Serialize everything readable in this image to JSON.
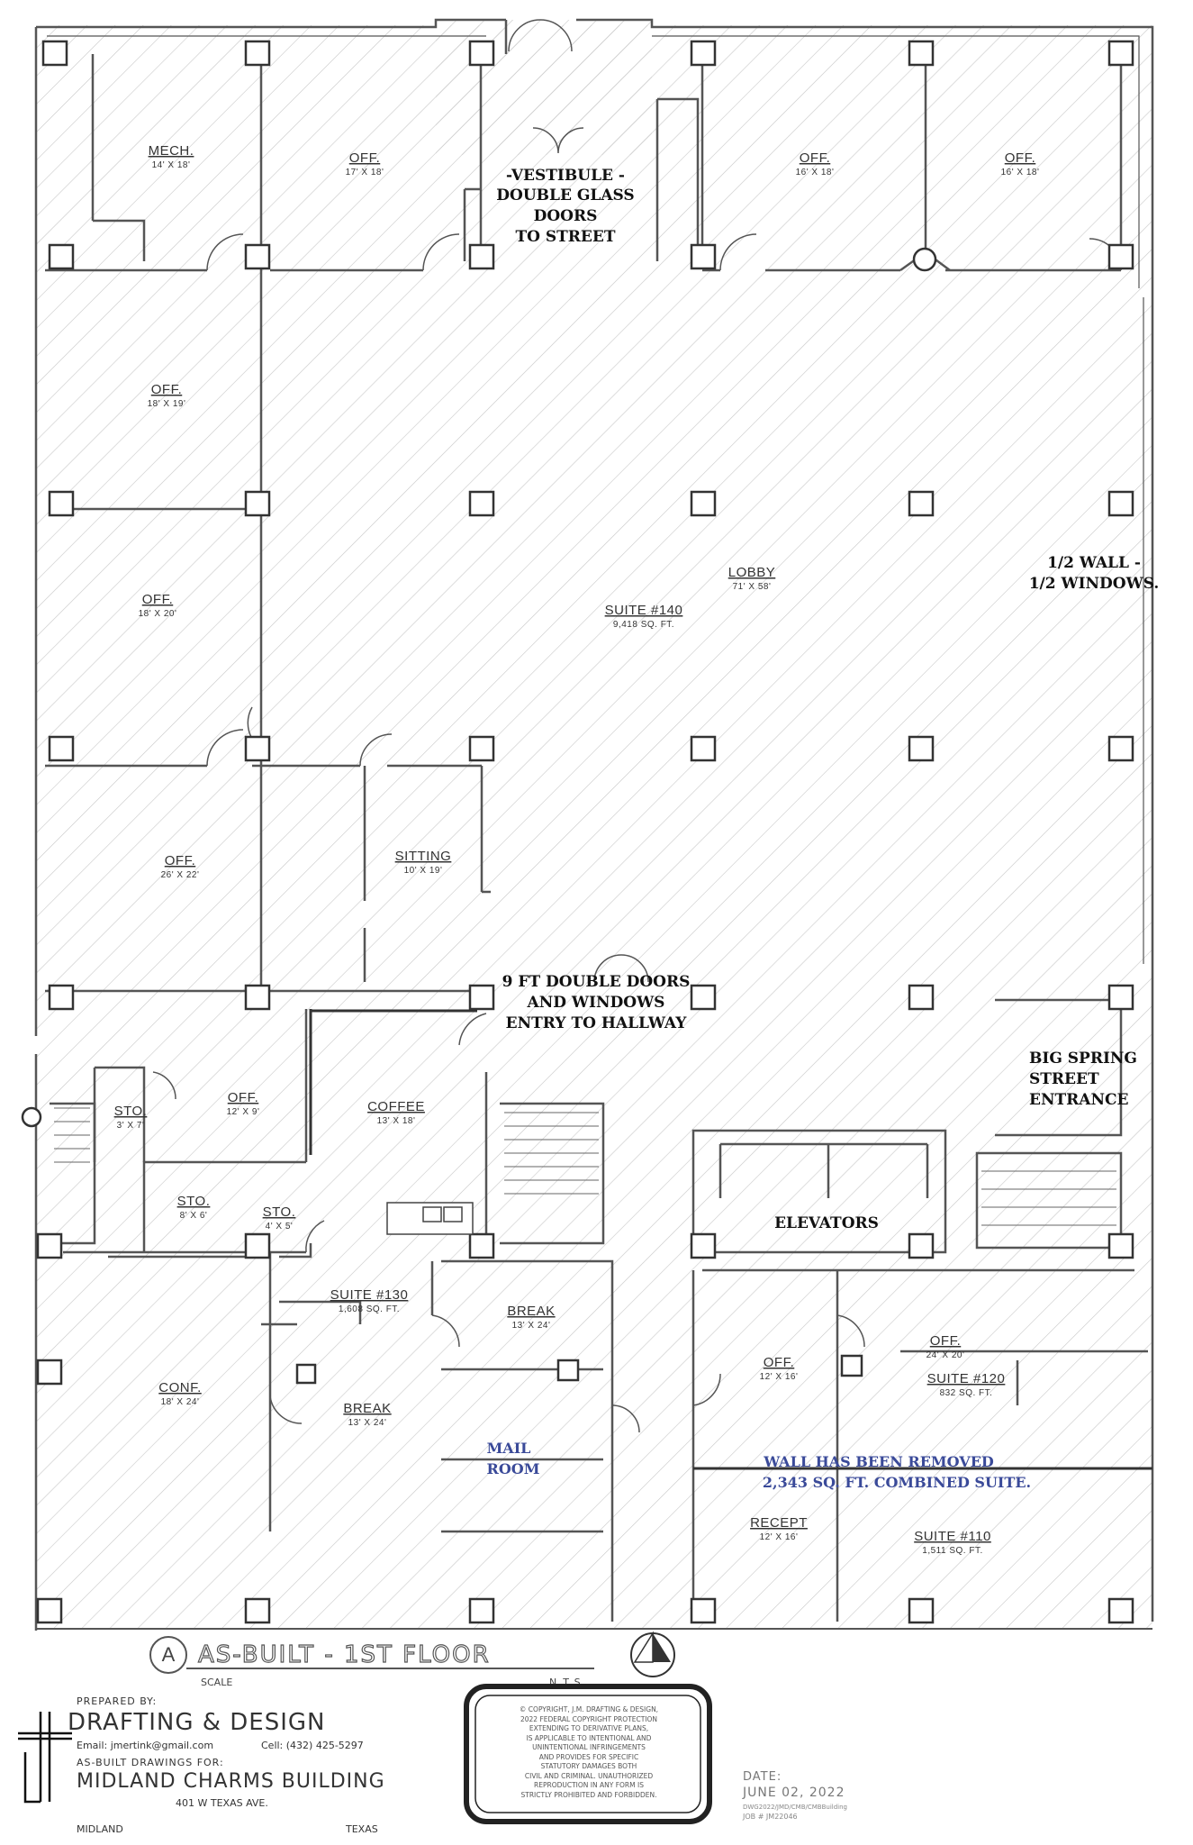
{
  "rooms": [
    {
      "id": "mech",
      "name": "MECH.",
      "dims": "14' X 18'"
    },
    {
      "id": "off_1",
      "name": "OFF.",
      "dims": "17' X 18'"
    },
    {
      "id": "off_2",
      "name": "OFF.",
      "dims": "16' X 18'"
    },
    {
      "id": "off_3",
      "name": "OFF.",
      "dims": "16' X 18'"
    },
    {
      "id": "off_4",
      "name": "OFF.",
      "dims": "18' X 19'"
    },
    {
      "id": "off_5",
      "name": "OFF.",
      "dims": "18' X 20'"
    },
    {
      "id": "lobby",
      "name": "LOBBY",
      "dims": "71' X 58'"
    },
    {
      "id": "suite140",
      "name": "SUITE #140",
      "dims": "9,418 SQ. FT."
    },
    {
      "id": "off_6",
      "name": "OFF.",
      "dims": "26' X 22'"
    },
    {
      "id": "sitting",
      "name": "SITTING",
      "dims": "10' X 19'"
    },
    {
      "id": "sto_1",
      "name": "STO.",
      "dims": "3' X 7'"
    },
    {
      "id": "off_7",
      "name": "OFF.",
      "dims": "12' X 9'"
    },
    {
      "id": "coffee",
      "name": "COFFEE",
      "dims": "13' X 18'"
    },
    {
      "id": "sto_2",
      "name": "STO.",
      "dims": "8' X 6'"
    },
    {
      "id": "sto_3",
      "name": "STO.",
      "dims": "4' X 5'"
    },
    {
      "id": "suite130",
      "name": "SUITE #130",
      "dims": "1,608 SQ. FT."
    },
    {
      "id": "break_1",
      "name": "BREAK",
      "dims": "13' X 24'"
    },
    {
      "id": "break_2",
      "name": "BREAK",
      "dims": "13' X 24'"
    },
    {
      "id": "conf",
      "name": "CONF.",
      "dims": "18' X 24'"
    },
    {
      "id": "off_8",
      "name": "OFF.",
      "dims": "12' X 16'"
    },
    {
      "id": "off_9",
      "name": "OFF.",
      "dims": "24' X 20'"
    },
    {
      "id": "suite120",
      "name": "SUITE #120",
      "dims": "832 SQ. FT."
    },
    {
      "id": "recept",
      "name": "RECEPT",
      "dims": "12' X 16'"
    },
    {
      "id": "suite110",
      "name": "SUITE #110",
      "dims": "1,511 SQ. FT."
    }
  ],
  "annotations": {
    "vestibule": [
      "-VESTIBULE -",
      "DOUBLE GLASS",
      "DOORS",
      "TO STREET"
    ],
    "half_wall": [
      "1/2 WALL -",
      "1/2 WINDOWS."
    ],
    "hallway_doors": [
      "9 FT DOUBLE DOORS",
      "AND WINDOWS",
      "ENTRY TO HALLWAY"
    ],
    "big_spring": [
      "BIG SPRING",
      "STREET",
      "ENTRANCE"
    ],
    "elevators": "ELEVATORS",
    "mail_room": [
      "MAIL",
      "ROOM"
    ],
    "wall_removed": [
      "WALL HAS BEEN REMOVED",
      "2,343 SQ. FT. COMBINED SUITE."
    ]
  },
  "drawing_title": {
    "marker": "A",
    "title": "AS-BUILT - 1ST FLOOR",
    "scale_label": "SCALE",
    "scale_value": "N. T. S."
  },
  "title_block": {
    "prepared_by": "PREPARED BY:",
    "firm": "DRAFTING & DESIGN",
    "email": "Email: jmertink@gmail.com",
    "cell": "Cell: (432) 425-5297",
    "drawings_for": "AS-BUILT DRAWINGS FOR:",
    "project": "MIDLAND CHARMS BUILDING",
    "address": "401 W TEXAS AVE.",
    "city": "MIDLAND",
    "state": "TEXAS"
  },
  "copyright": [
    "© COPYRIGHT, J.M. DRAFTING & DESIGN,",
    "2022 FEDERAL COPYRIGHT PROTECTION",
    "EXTENDING TO DERIVATIVE PLANS,",
    "IS APPLICABLE TO INTENTIONAL AND",
    "UNINTENTIONAL INFRINGEMENTS",
    "AND PROVIDES FOR SPECIFIC",
    "STATUTORY DAMAGES BOTH",
    "CIVIL AND CRIMINAL. UNAUTHORIZED",
    "REPRODUCTION IN ANY FORM IS",
    "STRICTLY PROHIBITED AND FORBIDDEN."
  ],
  "date_block": {
    "label": "DATE:",
    "date": "JUNE 02, 2022",
    "file": "DWG2022/JMD/CMB/CMBBuilding",
    "job": "JOB # JM22046"
  },
  "colors": {
    "line": "#555555",
    "hatch": "#bbbbbb",
    "annotation_blue": "#3a4a99"
  }
}
